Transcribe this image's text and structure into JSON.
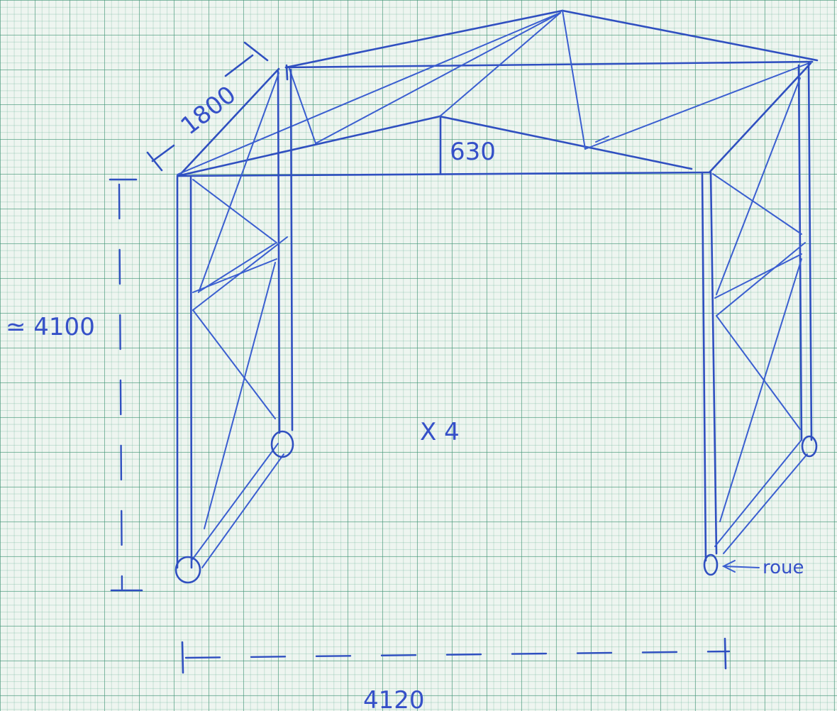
{
  "annotations": {
    "depth": "1800",
    "ridge_height": "630",
    "height": "≃ 4100",
    "quantity": "X 4",
    "width": "4120",
    "foot_label": "roue"
  }
}
